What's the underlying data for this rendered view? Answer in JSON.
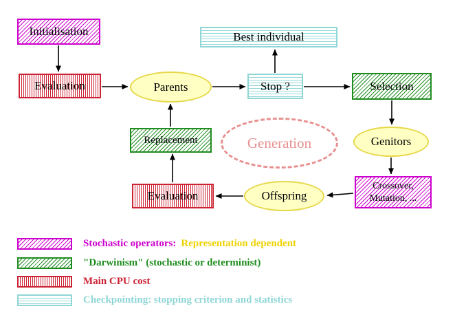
{
  "nodes": {
    "initialisation": "Initialisation",
    "evaluation_top": "Evaluation",
    "parents": "Parents",
    "stop": "Stop ?",
    "best_individual": "Best individual",
    "selection": "Selection",
    "genitors": "Genitors",
    "crossover_line1": "Crossover,",
    "crossover_line2": "Mutation, ...",
    "offspring": "Offspring",
    "evaluation_bottom": "Evaluation",
    "replacement": "Replacement",
    "generation": "Generation"
  },
  "legend": {
    "rows": [
      {
        "label": "Stochastic operators:",
        "label_secondary": "Representation dependent"
      },
      {
        "label": "\"Darwinism\" (stochastic or determinist)"
      },
      {
        "label": "Main CPU cost"
      },
      {
        "label": "Checkpointing: stopping criterion and statistics"
      }
    ]
  },
  "colors": {
    "magenta": "#cc00cc",
    "green": "#1e8c1e",
    "red": "#cc2233",
    "cyan": "#8fd6d6",
    "ellipse-fill": "#ffffc4",
    "ellipse-border": "#e6d84a",
    "salmon": "#e88f8f",
    "yellow-text": "#eed200"
  }
}
